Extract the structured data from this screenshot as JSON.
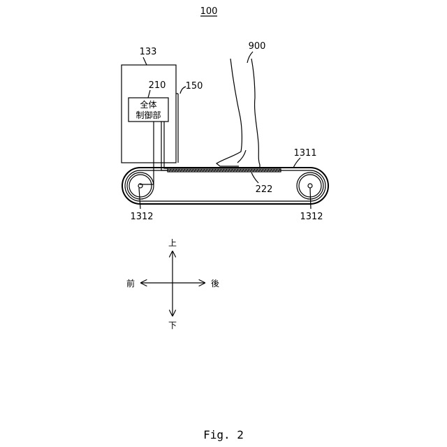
{
  "figure": {
    "id_label": "100",
    "caption": "Fig. 2"
  },
  "device": {
    "housing_label": "133",
    "controller_label": "210",
    "controller_text_line1": "全体",
    "controller_text_line2": "制御部",
    "panel_label": "150",
    "user_label": "900",
    "belt_label": "1311",
    "sensor_label": "222",
    "roller_left_label": "1312",
    "roller_right_label": "1312"
  },
  "directions": {
    "up": "上",
    "down": "下",
    "front": "前",
    "back": "後"
  }
}
